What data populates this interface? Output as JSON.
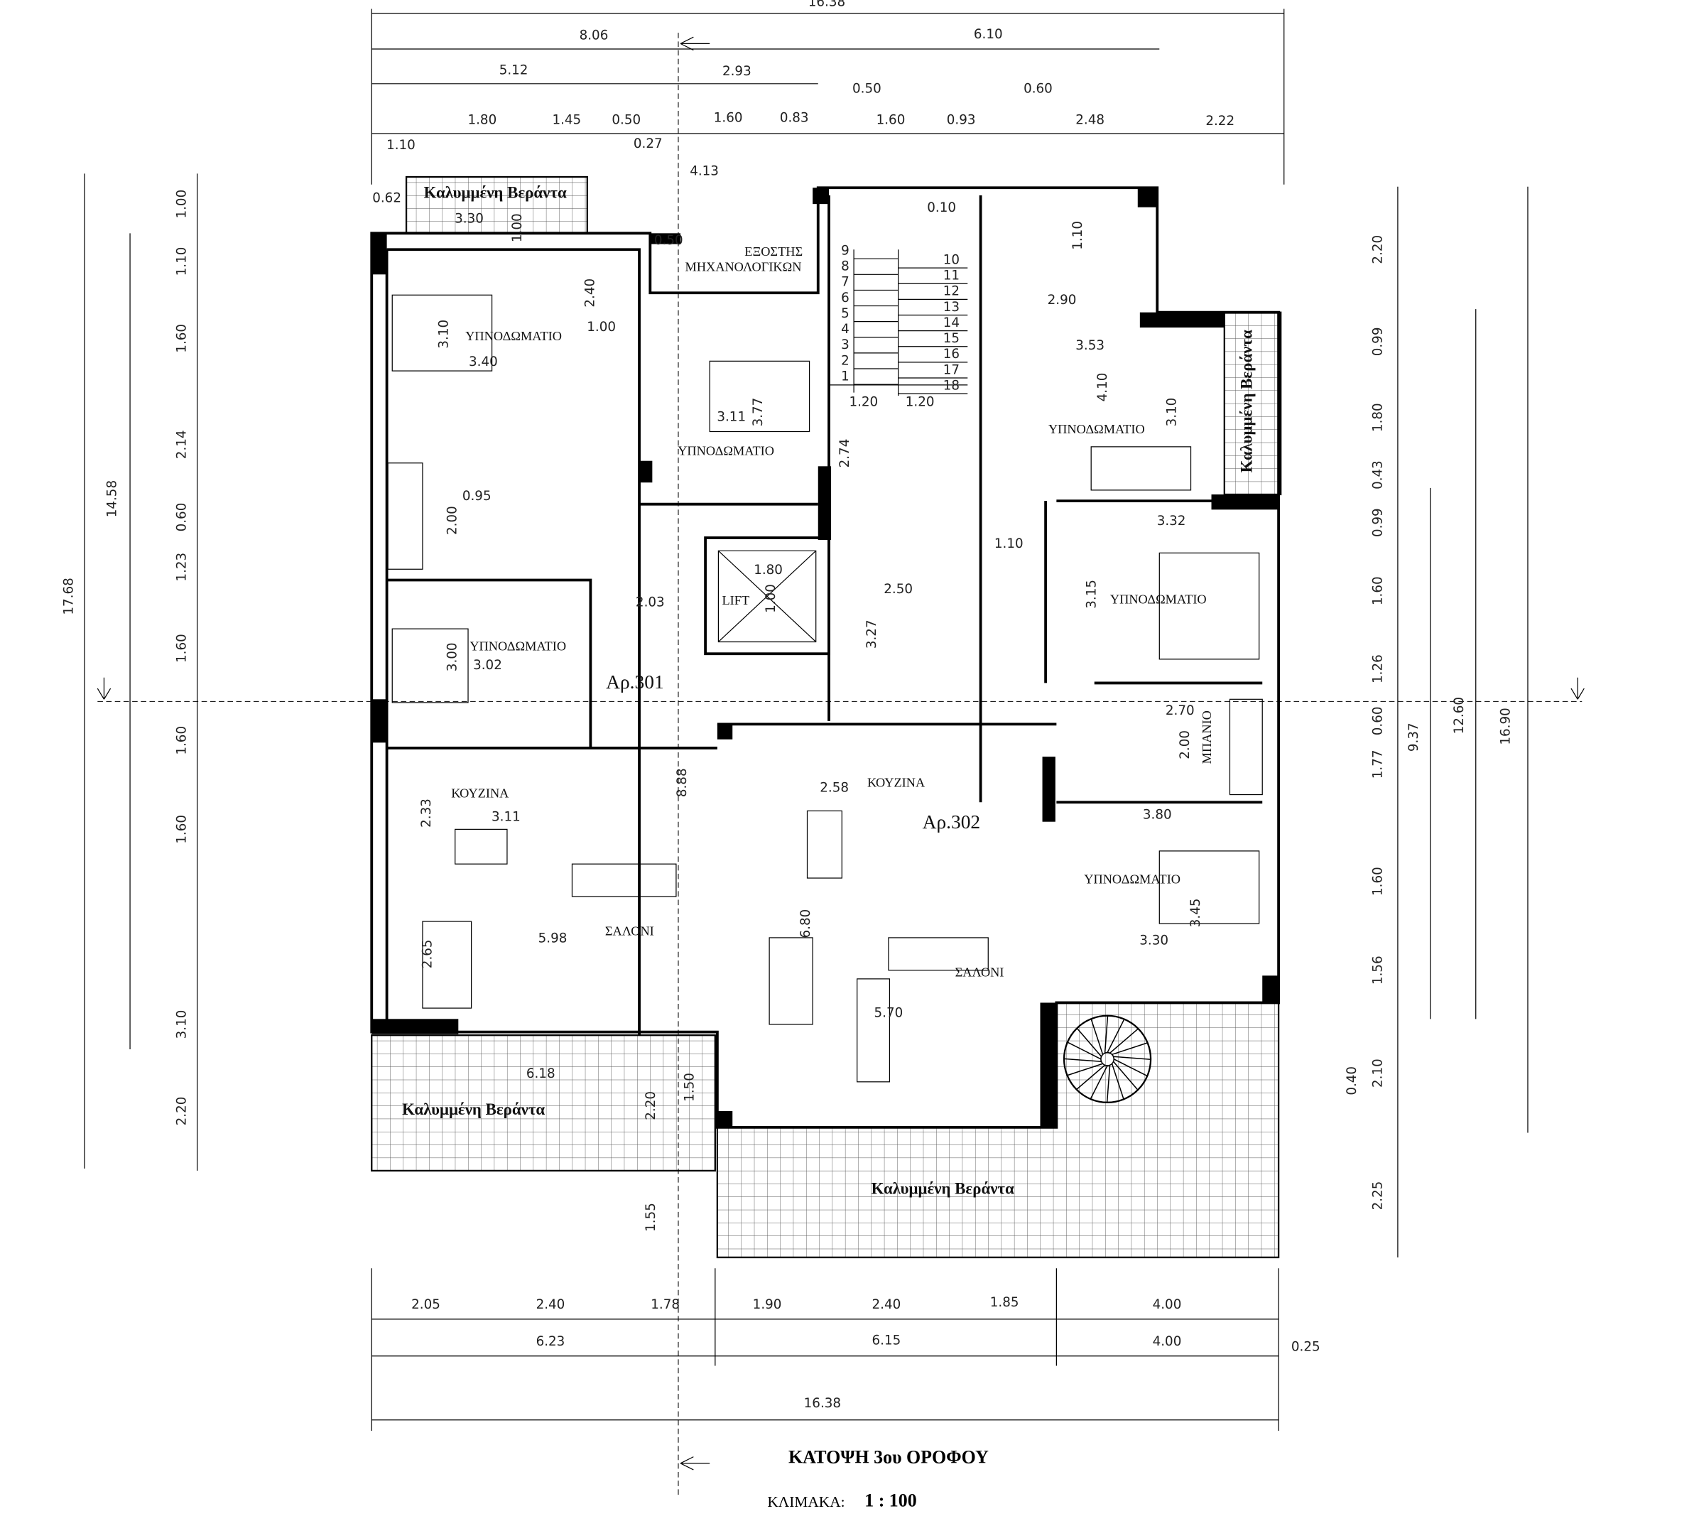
{
  "drawing": {
    "title": "ΚΑΤΟΨΗ 3ου ΟΡΟΦΟΥ",
    "scale_label": "ΚΛΙΜΑΚΑ:",
    "scale_value": "1 : 100"
  },
  "apartments": [
    "Αρ.301",
    "Αρ.302"
  ],
  "rooms": {
    "verandas": [
      "Καλυμμένη Βεράντα",
      "Καλυμμένη Βεράντα",
      "Καλυμμένη Βεράντα",
      "Καλυμμένη Βεράντα"
    ],
    "bedrooms": [
      "ΥΠΝΟΔΩΜΑΤΙΟ",
      "ΥΠΝΟΔΩΜΑΤΙΟ",
      "ΥΠΝΟΔΩΜΑΤΙΟ",
      "ΥΠΝΟΔΩΜΑΤΙΟ",
      "ΥΠΝΟΔΩΜΑΤΙΟ",
      "ΥΠΝΟΔΩΜΑΤΙΟ"
    ],
    "kitchens": [
      "ΚΟΥΖΙΝΑ",
      "ΚΟΥΖΙΝΑ"
    ],
    "living_rooms": [
      "ΣΑΛΟΝΙ",
      "ΣΑΛΟΝΙ"
    ],
    "bathroom": "ΜΠΑΝΙΟ",
    "lift": "LIFT",
    "mechanical_1": "ΕΞΟΣΤΗΣ",
    "mechanical_2": "ΜΗΧΑΝΟΛΟΓΙΚΩΝ"
  },
  "stair_steps": [
    "1",
    "2",
    "3",
    "4",
    "5",
    "6",
    "7",
    "8",
    "9",
    "10",
    "11",
    "12",
    "13",
    "14",
    "15",
    "16",
    "17",
    "18"
  ],
  "dimensions": {
    "top": [
      "16.38",
      "8.06",
      "6.10",
      "5.12",
      "2.93",
      "0.50",
      "0.60",
      "1.80",
      "1.45",
      "0.50",
      "1.60",
      "0.83",
      "1.60",
      "0.93",
      "2.48",
      "2.22",
      "1.10",
      "0.27",
      "4.13"
    ],
    "left": [
      "1.00",
      "1.10",
      "1.60",
      "2.14",
      "0.60",
      "1.23",
      "1.60",
      "1.60",
      "1.60",
      "3.10",
      "2.20",
      "14.58",
      "17.68"
    ],
    "right": [
      "2.20",
      "0.99",
      "1.80",
      "0.43",
      "0.99",
      "1.60",
      "1.26",
      "0.60",
      "1.77",
      "1.60",
      "1.56",
      "0.40",
      "2.10",
      "2.25",
      "9.37",
      "12.60",
      "16.90"
    ],
    "bottom": [
      "2.05",
      "2.40",
      "1.78",
      "1.90",
      "2.40",
      "1.85",
      "4.00",
      "6.23",
      "6.15",
      "4.00",
      "0.25",
      "16.38"
    ],
    "interior": [
      "3.30",
      "0.62",
      "0.10",
      "1.10",
      "0.50",
      "2.40",
      "1.00",
      "1.00",
      "3.10",
      "3.40",
      "3.11",
      "3.77",
      "2.90",
      "3.53",
      "4.10",
      "3.10",
      "1.20",
      "1.20",
      "2.74",
      "2.00",
      "0.95",
      "1.10",
      "3.32",
      "1.80",
      "1.00",
      "2.50",
      "2.03",
      "3.15",
      "3.27",
      "3.00",
      "3.02",
      "2.70",
      "2.00",
      "2.58",
      "3.11",
      "2.33",
      "8.88",
      "3.80",
      "3.45",
      "5.98",
      "6.80",
      "2.65",
      "3.30",
      "5.70",
      "6.18",
      "2.20",
      "1.50",
      "1.55"
    ]
  }
}
